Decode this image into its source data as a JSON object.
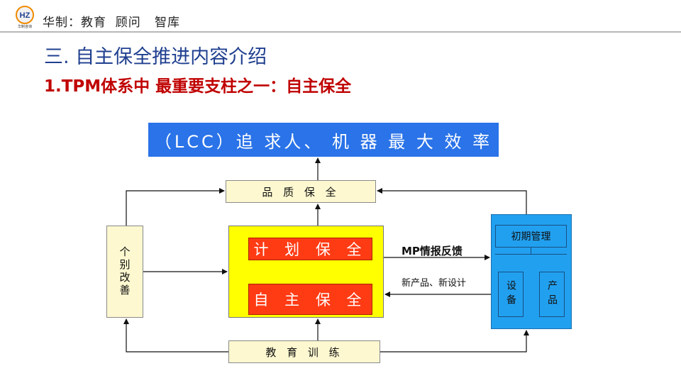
{
  "header": {
    "logo_text": "华制咨询",
    "brand": "华制：教育  顾问   智库"
  },
  "title": "三. 自主保全推进内容介绍",
  "subtitle": "1.TPM体系中 最重要支柱之一：自主保全",
  "diagram": {
    "goal": "（LCC）追 求人、 机 器 最 大 效 率",
    "quality": "品 质 保 全",
    "plan": "计 划 保 全",
    "autonomous": "自 主 保 全",
    "individual": "个别改善",
    "education": "教 育 训 练",
    "early_mgmt": "初期管理",
    "equipment": "设备",
    "product": "产品",
    "mp_feedback": "MP情报反馈",
    "new_design": "新产品、新设计"
  },
  "colors": {
    "title_blue": "#1f3f8f",
    "subtitle_red": "#c00000",
    "goal_blue": "#2a73e8",
    "core_yellow": "#ffff00",
    "red_box": "#ff3b14",
    "pale_yellow": "#fdf8d0",
    "mgmt_blue": "#22a0f0"
  }
}
